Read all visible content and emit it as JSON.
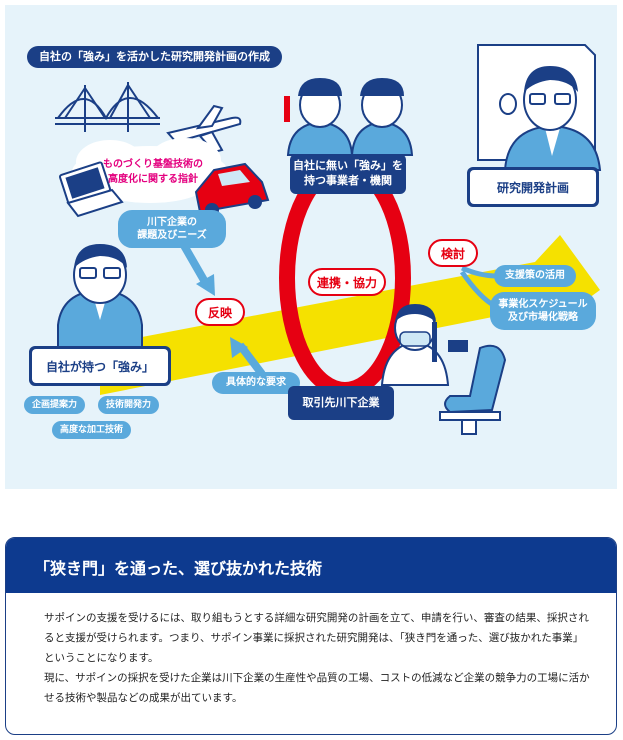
{
  "diagram": {
    "title": "自社の「強み」を活かした研究開発計画の作成",
    "cloud_text": "ものづくり基盤技術の\n高度化に関する指針",
    "needs_bubble": "川下企業の\n課題及びニーズ",
    "request_bubble": "具体的な要求",
    "strength_box": "自社が持つ「強み」",
    "strength_tags": [
      "企画提案力",
      "技術開発力",
      "高度な加工技術"
    ],
    "partner_box": "自社に無い「強み」を\n持つ事業者・機関",
    "downstream_box": "取引先川下企業",
    "plan_box": "研究開発計画",
    "reflect_label": "反映",
    "collab_label": "連携・協力",
    "review_label": "検討",
    "review_tags": [
      "支援策の活用",
      "事業化スケジュール\n及び市場化戦略"
    ]
  },
  "card": {
    "title": "「狭き門」を通った、選び抜かれた技術",
    "paragraph1": "サポインの支援を受けるには、取り組もうとする詳細な研究開発の計画を立て、申請を行い、審査の結果、採択されると支援が受けられます。つまり、サポイン事業に採択された研究開発は、「狭き門を通った、選び抜かれた事業」ということになります。",
    "paragraph2": "現に、サポインの採択を受けた企業は川下企業の生産性や品質の工場、コストの低減など企業の競争力の工場に活かせる技術や製品などの成果が出ています。"
  },
  "colors": {
    "navy": "#1b3f86",
    "light_blue": "#5aa9dc",
    "red": "#e60012",
    "yellow": "#f5e100",
    "magenta": "#e4007f",
    "panel_bg": "#e6f3fa"
  }
}
